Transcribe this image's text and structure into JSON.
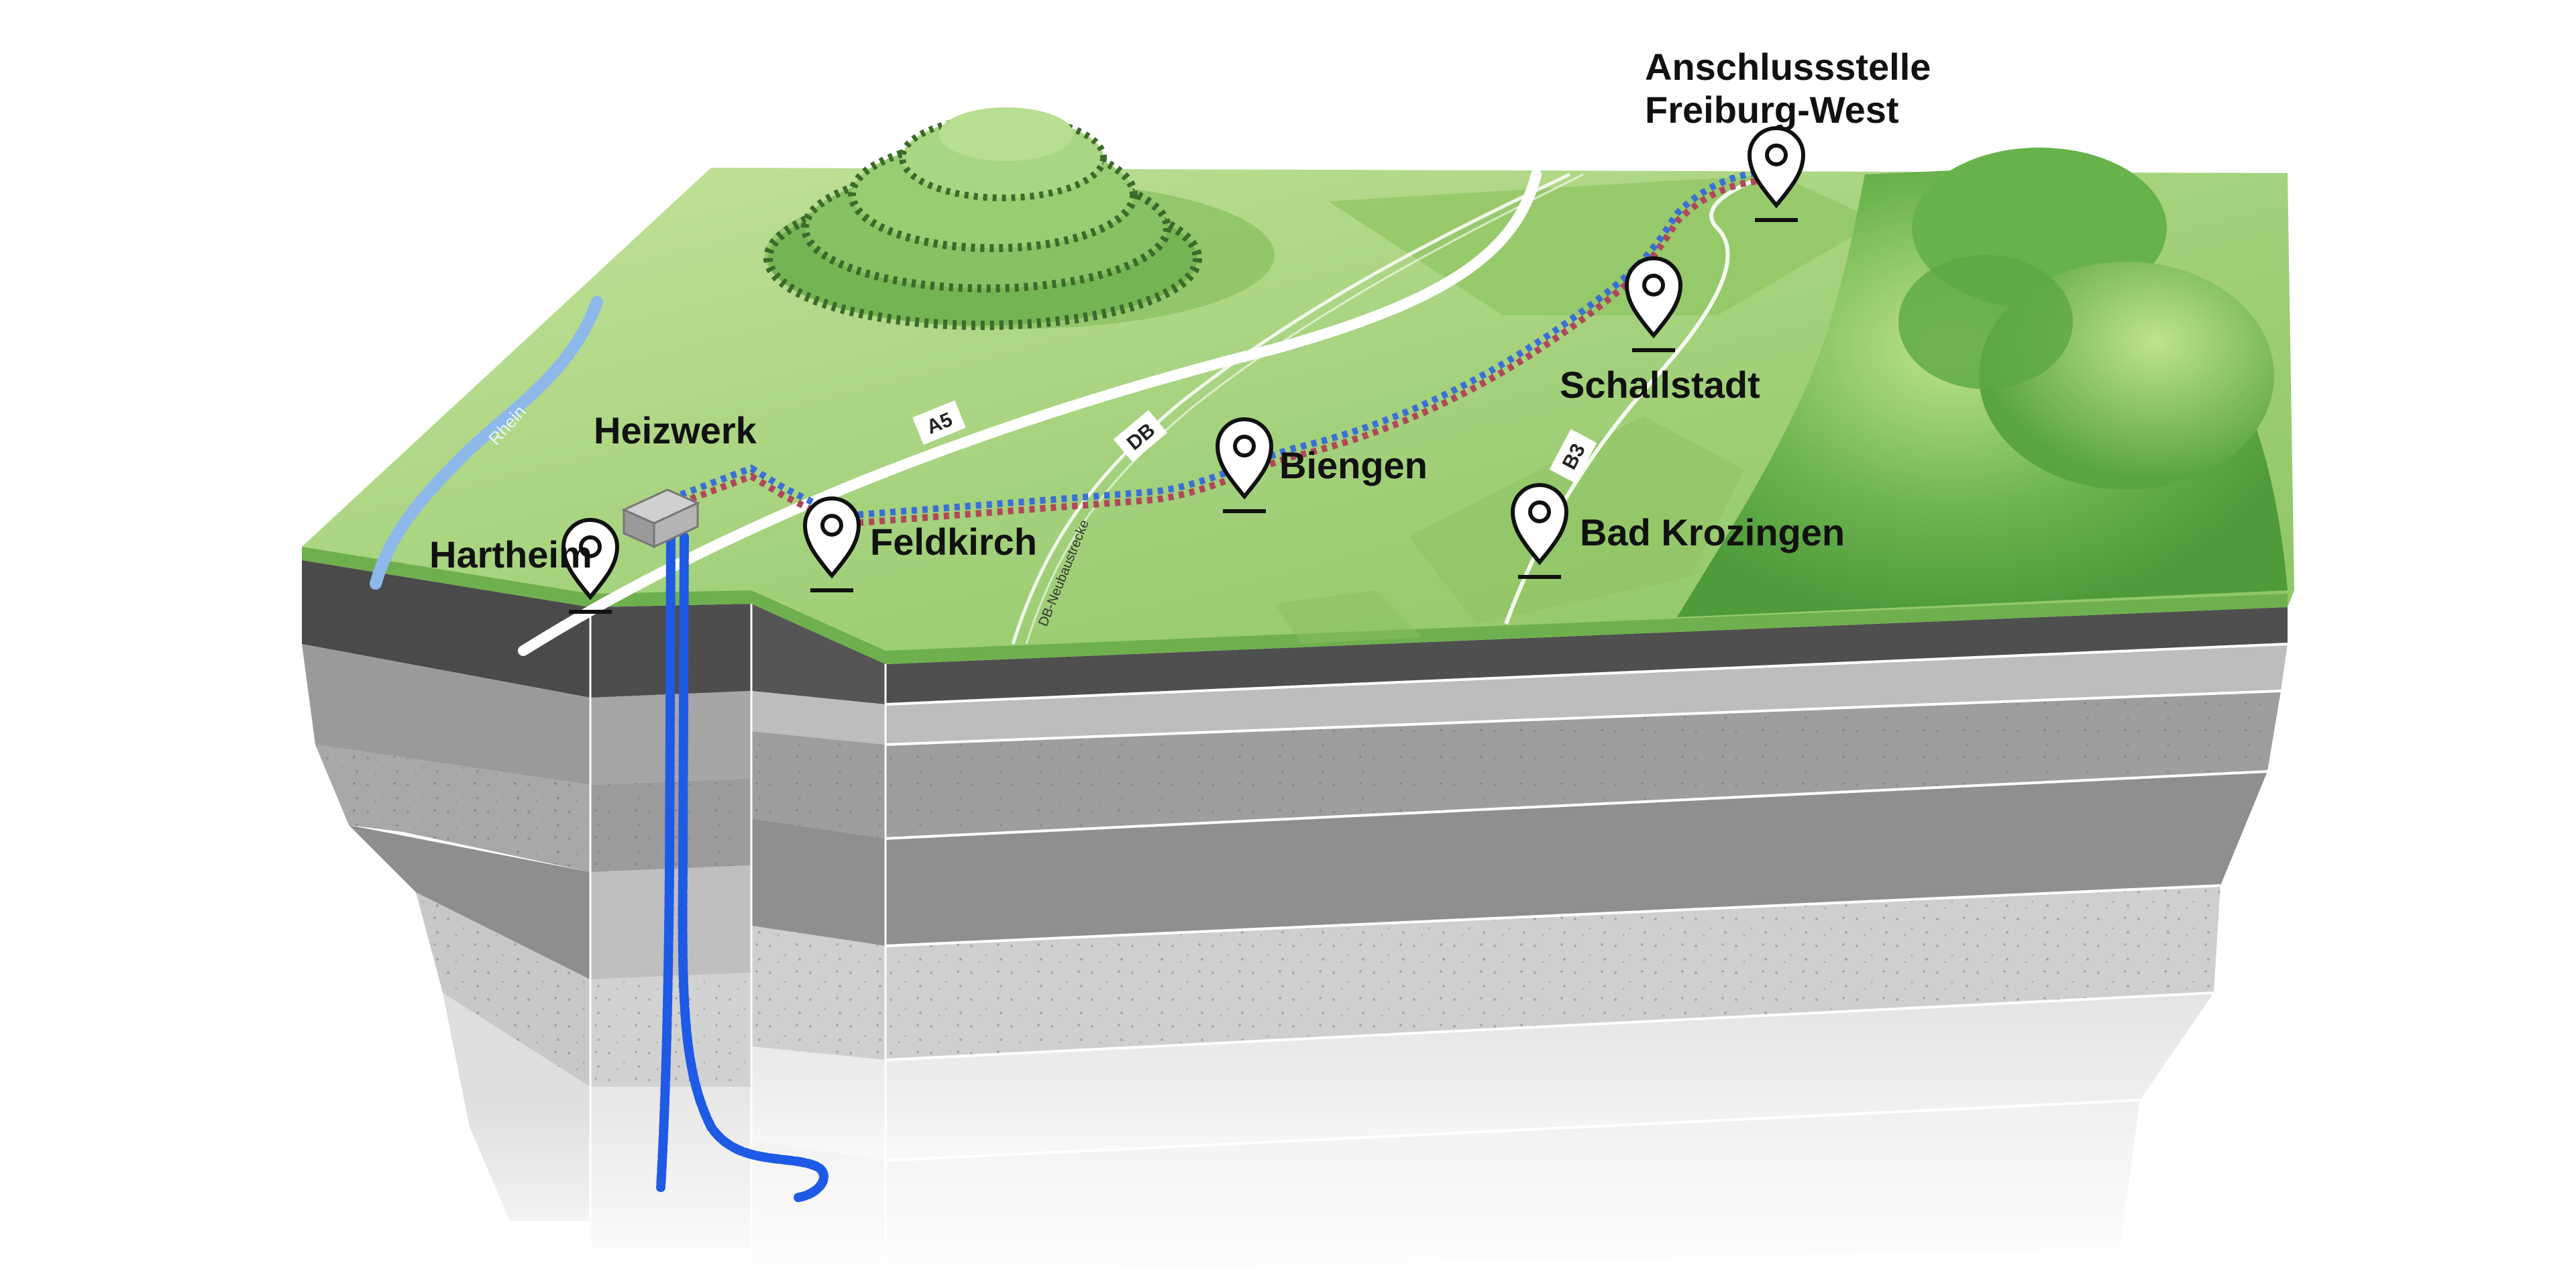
{
  "places": {
    "hartheim": "Hartheim",
    "heizwerk": "Heizwerk",
    "feldkirch": "Feldkirch",
    "biengen": "Biengen",
    "schallstadt": "Schallstadt",
    "bad_krozingen": "Bad Krozingen",
    "anschluss_line1": "Anschlussstelle",
    "anschluss_line2": "Freiburg-West"
  },
  "roads": {
    "a5": "A5",
    "db": "DB",
    "b3": "B3",
    "db_neubaustrecke": "DB-Neubaustrecke"
  },
  "water": {
    "river": "Rhein"
  },
  "icons": {
    "location_pin": "map-pin-icon",
    "plant": "plant-building-icon"
  },
  "colors": {
    "terrain_green": "#9ccb6e",
    "hill_green": "#5fa843",
    "river_blue": "#8db8ea",
    "borehole_blue": "#1e5ae6",
    "pipe_blue": "#3a6fd8",
    "pipe_red": "#b0485a",
    "soil_dark": "#4a4a4a",
    "rock_light": "#d8d8d8"
  }
}
